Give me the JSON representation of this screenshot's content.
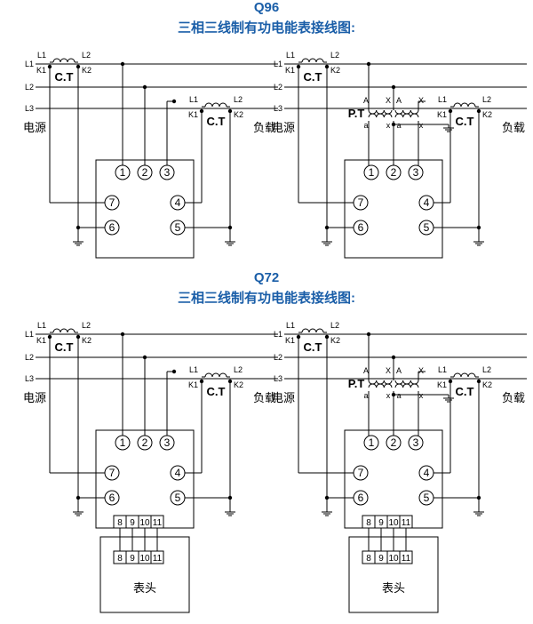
{
  "diagrams": [
    {
      "model": "Q96",
      "subtitle": "三相三线制有功电能表接线图:",
      "head_label": ""
    },
    {
      "model": "Q72",
      "subtitle": "三相三线制有功电能表接线图:",
      "head_label": "表头"
    }
  ],
  "labels": {
    "lines": [
      "L1",
      "L2",
      "L3"
    ],
    "ct_primary": [
      "L1",
      "L2"
    ],
    "ct_secondary": [
      "K1",
      "K2"
    ],
    "ct": "C.T",
    "pt": "P.T",
    "pt_primary": [
      "A",
      "X",
      "A",
      "X"
    ],
    "pt_secondary": [
      "a",
      "x",
      "a",
      "x"
    ],
    "source": "电源",
    "load": "负载"
  },
  "terminals": {
    "top": [
      "1",
      "2",
      "3"
    ],
    "left": [
      "7",
      "6"
    ],
    "right": [
      "4",
      "5"
    ],
    "strip": [
      "8",
      "9",
      "10",
      "11"
    ]
  }
}
